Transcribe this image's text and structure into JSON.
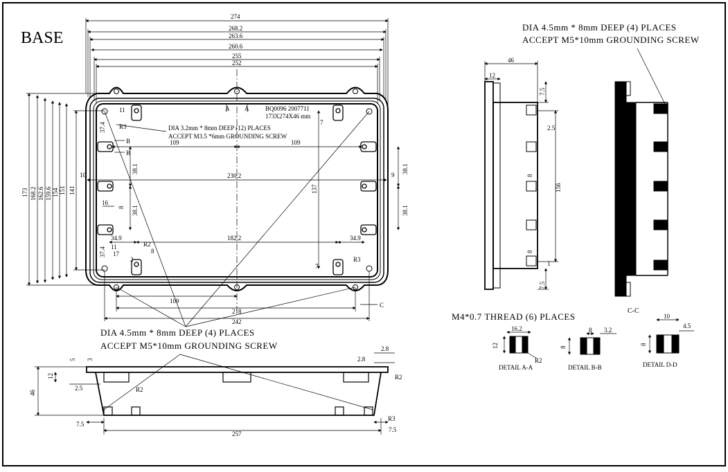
{
  "title": "BASE",
  "notes": {
    "top_right_line1": "DIA 4.5mm * 8mm DEEP (4) PLACES",
    "top_right_line2": "ACCEPT M5*10mm GROUNDING SCREW",
    "mid_line1": "DIA 3.2mm * 8mm DEEP (12) PLACES",
    "mid_line2": "ACCEPT M3.5 *6mm GROUNDING SCREW",
    "bottom_left_line1": "DIA 4.5mm * 8mm DEEP (4) PLACES",
    "bottom_left_line2": "ACCEPT M5*10mm GROUNDING SCREW",
    "thread": "M4*0.7 THREAD (6) PLACES",
    "model_line1": "BQ0096 2007711",
    "model_line2": "173X274X46 mm"
  },
  "section_labels": {
    "cc": "C-C",
    "detail_a": "DETAIL A-A",
    "detail_b": "DETAIL B-B",
    "detail_d": "DETAIL D-D",
    "a1": "A",
    "a2": "A",
    "b1": "B",
    "b2": "B",
    "c": "C"
  },
  "top_dims": [
    "274",
    "268.2",
    "263.6",
    "260.6",
    "255",
    "252"
  ],
  "left_dims": [
    "173",
    "168.2",
    "162.6",
    "159.6",
    "154",
    "151",
    "141"
  ],
  "inner_dims": {
    "w109a": "109",
    "w109b": "109",
    "w230": "230.2",
    "w182": "182.2",
    "w34a": "34.9",
    "w34b": "34.9",
    "v38a": "38.1",
    "v38b": "38.1",
    "v38c": "38.1",
    "v38d": "38.1",
    "h137": "137",
    "d16": "16",
    "d8": "8",
    "d11": "11",
    "d37a": "37.4",
    "d37b": "37.4",
    "d10": "10",
    "d9": "9",
    "d7a": "7",
    "d7b": "7",
    "r3a": "R3",
    "r3b": "R3",
    "r2": "R2",
    "d11b": "11",
    "d17": "17",
    "d8b": "8",
    "d2": "2"
  },
  "bottom_dims": [
    "109",
    "218",
    "242"
  ],
  "side_dims": {
    "w46": "46",
    "w12": "12",
    "v7a": "7.5",
    "v25": "2.5",
    "v8a": "8",
    "v156": "156",
    "v8b": "8",
    "v1": "1",
    "v7b": "7.5"
  },
  "front_dims": {
    "v5": "5",
    "v3": "3",
    "v12": "12",
    "v25": "2.5",
    "v46": "46",
    "w28a": "2.8",
    "w28b": "2.8",
    "r2a": "R2",
    "r2b": "R2",
    "r3": "R3",
    "w75a": "7.5",
    "w257": "257",
    "w75b": "7.5"
  },
  "detail_dims": {
    "a_16": "16.2",
    "a_12": "12",
    "a_r": "R2",
    "b_8": "8",
    "b_32": "3.2",
    "b_8v": "8",
    "d_10": "10",
    "d_45": "4.5",
    "d_8": "8"
  }
}
